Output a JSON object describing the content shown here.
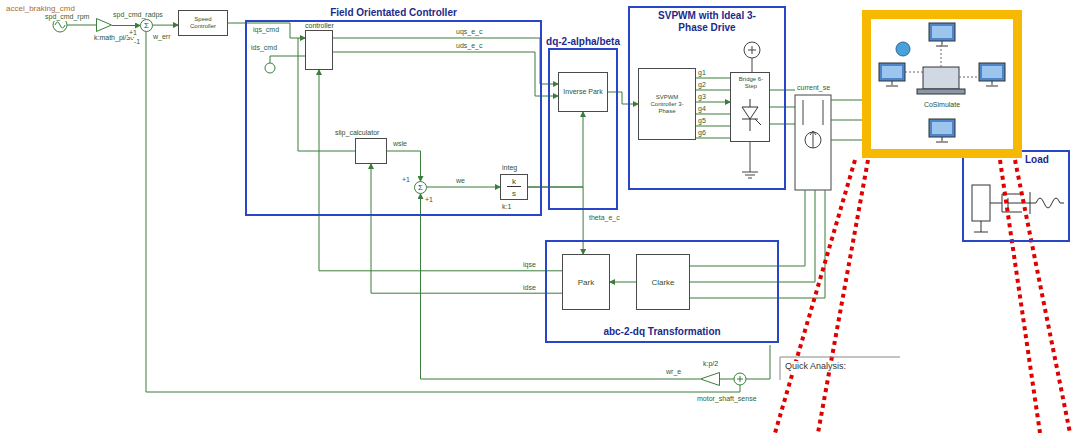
{
  "diagram": {
    "nodes": [
      {
        "text": [
          "k:math_pi/30"
        ]
      },
      {
        "text": [
          "Σ"
        ]
      },
      {
        "text": [
          "Speed Controller"
        ]
      },
      {
        "text": [
          "Field Orientated Controller"
        ]
      },
      {
        "text": [
          "controller"
        ],
        "in": 3
      },
      {
        "text": [
          "slip_calculator"
        ],
        "in": 3
      },
      {
        "text": [
          "Σ"
        ],
        "in": 3
      },
      {
        "text": [
          "integ",
          "k",
          "s",
          "k:1"
        ],
        "in": 3
      },
      {
        "text": [
          "dq-2-alpha/beta"
        ]
      },
      {
        "text": [
          "Inverse Park"
        ],
        "in": 8
      },
      {
        "text": [
          "SVPWM with Ideal 3-Phase Drive"
        ]
      },
      {
        "text": [
          "SVPWM Controller 3-Phase"
        ],
        "in": 10
      },
      {
        "text": [
          "Bridge 6-Step"
        ],
        "in": 10
      },
      {
        "text": [
          "CoSimulate"
        ]
      },
      {
        "text": [
          "Load"
        ]
      },
      {
        "text": [
          "abc-2-dq Transformation"
        ]
      },
      {
        "text": [
          "Park"
        ],
        "in": 15
      },
      {
        "text": [
          "Clarke"
        ],
        "in": 15
      },
      {
        "text": [
          "k:p/2"
        ]
      }
    ],
    "edges": [
      {
        "from": 0,
        "to": 1,
        "arrow": "to",
        "label": "spd_cmd_radps"
      },
      {
        "from": 1,
        "to": 2,
        "arrow": "to",
        "label": "w_err"
      },
      {
        "from": 2,
        "to": 4,
        "arrow": "to",
        "label": "iqs_cmd"
      },
      {
        "from": 4,
        "to": 9,
        "arrow": "to",
        "label": "uqs_e_c"
      },
      {
        "from": 4,
        "to": 9,
        "arrow": "to",
        "label": "uds_e_c"
      },
      {
        "from": 9,
        "to": 11,
        "arrow": "to"
      },
      {
        "from": 11,
        "to": 12,
        "arrow": "to"
      },
      {
        "from": 5,
        "to": 6,
        "arrow": "to",
        "label": "wsle"
      },
      {
        "from": 6,
        "to": 7,
        "arrow": "to",
        "label": "we"
      },
      {
        "from": 7,
        "to": 9,
        "arrow": "to",
        "label": "theta_e_c"
      },
      {
        "from": 7,
        "to": 16,
        "arrow": "to"
      },
      {
        "from": 17,
        "to": 16,
        "arrow": "to"
      },
      {
        "from": 16,
        "to": 4,
        "arrow": "to",
        "label": "iqse"
      },
      {
        "from": 16,
        "to": 5,
        "arrow": "to",
        "label": "idse"
      },
      {
        "from": 18,
        "to": 6,
        "arrow": "to",
        "label": "wr_e"
      }
    ],
    "labels": [
      "accel_braking_cmd",
      "spd_cmd_rpm",
      "+1",
      "-1",
      "ids_cmd",
      "+1",
      "+1",
      "g1",
      "g2",
      "g3",
      "g4",
      "g5",
      "g6",
      "current_se",
      "motor_shaft_sense",
      "Quick Analysis:"
    ]
  }
}
